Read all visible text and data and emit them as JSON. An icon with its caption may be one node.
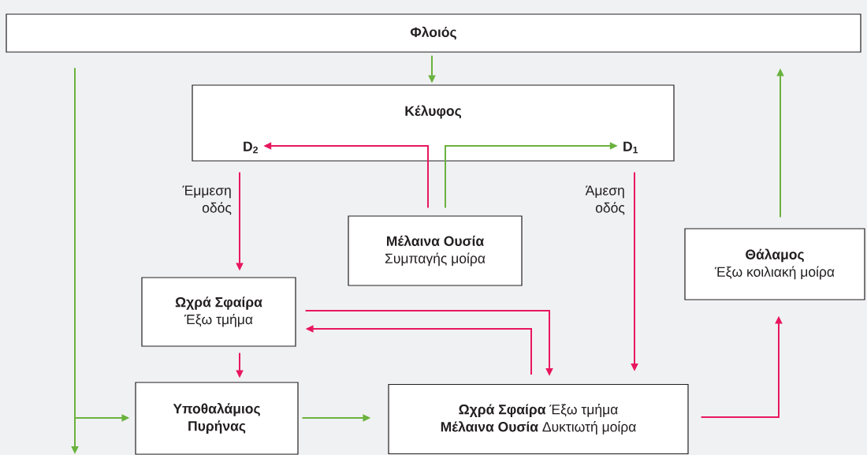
{
  "diagram": {
    "nodes": [
      {
        "text": [
          "Φλοιός"
        ]
      },
      {
        "text": [
          "Κέλυφος"
        ]
      },
      {
        "text": [
          "D$_{2}$"
        ],
        "in": 1
      },
      {
        "text": [
          "D$_{1}$"
        ],
        "in": 1
      },
      {
        "text": [
          "Μέλαινα Ουσία",
          "Συμπαγής μοίρα"
        ]
      },
      {
        "text": [
          "Θάλαμος",
          "Έξω κοιλιακή μοίρα"
        ]
      },
      {
        "text": [
          "Ωχρά Σφαίρα",
          "Έξω τμήμα"
        ]
      },
      {
        "text": [
          "Υποθαλάμιος Πυρήνας"
        ]
      },
      {
        "text": [
          "**Ωχρά Σφαίρα**  Έξω τμήμα",
          "**Μέλαινα Ουσία** Δυκτιωτή μοίρα"
        ]
      }
    ],
    "edges": [
      {
        "from": 0,
        "to": 1,
        "arrow": "to",
        "color": "#6ab23e"
      },
      {
        "from": 4,
        "to": 2,
        "arrow": "to"
      },
      {
        "from": 4,
        "to": 3,
        "arrow": "to",
        "color": "#6ab23e"
      },
      {
        "from": 2,
        "to": 6,
        "arrow": "to",
        "label": "Έμμεση οδός"
      },
      {
        "from": 3,
        "to": 8,
        "arrow": "to",
        "label": "Άμεση οδός"
      },
      {
        "from": 6,
        "to": 7,
        "arrow": "to"
      },
      {
        "from": 6,
        "to": 8,
        "arrow": "to"
      },
      {
        "from": 8,
        "to": 6,
        "arrow": "to"
      },
      {
        "from": 7,
        "to": 8,
        "arrow": "to",
        "color": "#6ab23e"
      },
      {
        "from": 8,
        "to": 5,
        "arrow": "to"
      },
      {
        "from": 5,
        "to": 0,
        "arrow": "to",
        "color": "#6ab23e"
      },
      {
        "from": 0,
        "to": 7,
        "arrow": "to",
        "color": "#6ab23e"
      },
      {
        "from": 0,
        "to": null,
        "arrow": "to",
        "color": "#6ab23e"
      }
    ]
  }
}
